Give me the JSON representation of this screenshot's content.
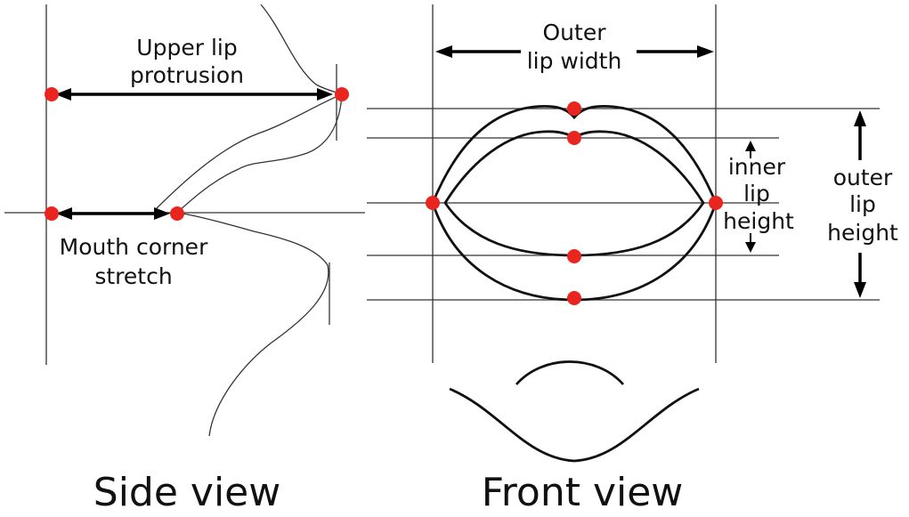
{
  "labels": {
    "upper_lip_protrusion": [
      "Upper lip",
      "protrusion"
    ],
    "mouth_corner_stretch": [
      "Mouth corner",
      "stretch"
    ],
    "outer_lip_width": [
      "Outer",
      "lip width"
    ],
    "inner_lip_height": [
      "inner",
      "lip",
      "height"
    ],
    "outer_lip_height": [
      "outer",
      "lip",
      "height"
    ]
  },
  "captions": {
    "side_view": "Side view",
    "front_view": "Front view"
  },
  "colors": {
    "landmark": "#e8261f",
    "line": "#333333",
    "arrow": "#000000"
  }
}
